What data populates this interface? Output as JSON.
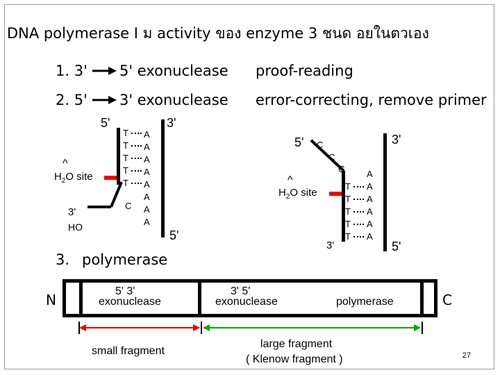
{
  "title": "DNA polymerase I ม  activity ของ enzyme 3 ชนด  อยในตวเอง",
  "activities": [
    {
      "num": "1. 3'",
      "rest": "5' exonuclease",
      "desc": "proof-reading"
    },
    {
      "num": "2. 5'",
      "rest": "3' exonuclease",
      "desc": "error-correcting, remove primer"
    },
    {
      "num": "3.",
      "rest": "polymerase"
    }
  ],
  "left_diagram": {
    "top_left_end": "5'",
    "top_right_end": "3'",
    "bottom_left_end": "3'",
    "bottom_left_tail": "HO",
    "bottom_right_end": "5'",
    "site_caret": "^",
    "site_label": "H2O site",
    "mismatch_base": "C",
    "top_bases": [
      "T",
      "T",
      "T",
      "T",
      "T"
    ],
    "bottom_bases": [
      "A",
      "A",
      "A",
      "A",
      "A",
      "A",
      "A",
      "A"
    ]
  },
  "right_diagram": {
    "primer_end": "5'",
    "template_top": "3'",
    "primer_bottom": "3'",
    "template_bottom": "5'",
    "site_caret": "^",
    "site_label": "H2O site",
    "primer_bases": [
      "C",
      "C",
      "C",
      "T",
      "T",
      "T",
      "T",
      "T"
    ],
    "template_bases": [
      "A",
      "A",
      "A",
      "A",
      "A",
      "A"
    ]
  },
  "protein_bar": {
    "n_terminus": "N",
    "c_terminus": "C",
    "domain1_primes": "5'    3'",
    "domain1_label": "exonuclease",
    "domain2_primes": "3'    5'",
    "domain2_label": "exonuclease",
    "domain3_label": "polymerase"
  },
  "fragments": {
    "small": "small  fragment",
    "large_line1": "large  fragment",
    "large_line2": "( Klenow  fragment )"
  },
  "colors": {
    "small_fragment": "#ee0000",
    "large_fragment": "#00aa00",
    "arrow": "#000000",
    "site": "#ee0000"
  },
  "slide_number": "27"
}
